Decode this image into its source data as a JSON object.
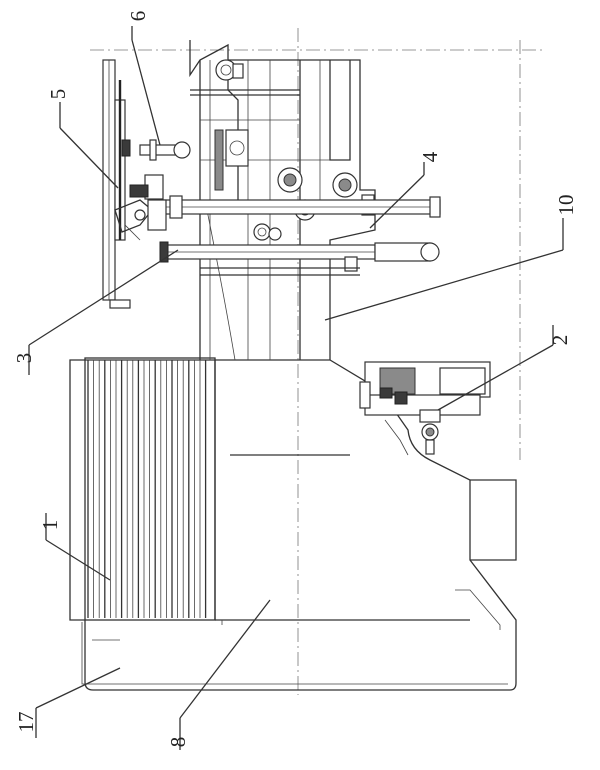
{
  "labels": {
    "l1": "1",
    "l2": "2",
    "l3": "3",
    "l4": "4",
    "l5": "5",
    "l6": "6",
    "l8": "8",
    "l10": "10",
    "l17": "17"
  }
}
